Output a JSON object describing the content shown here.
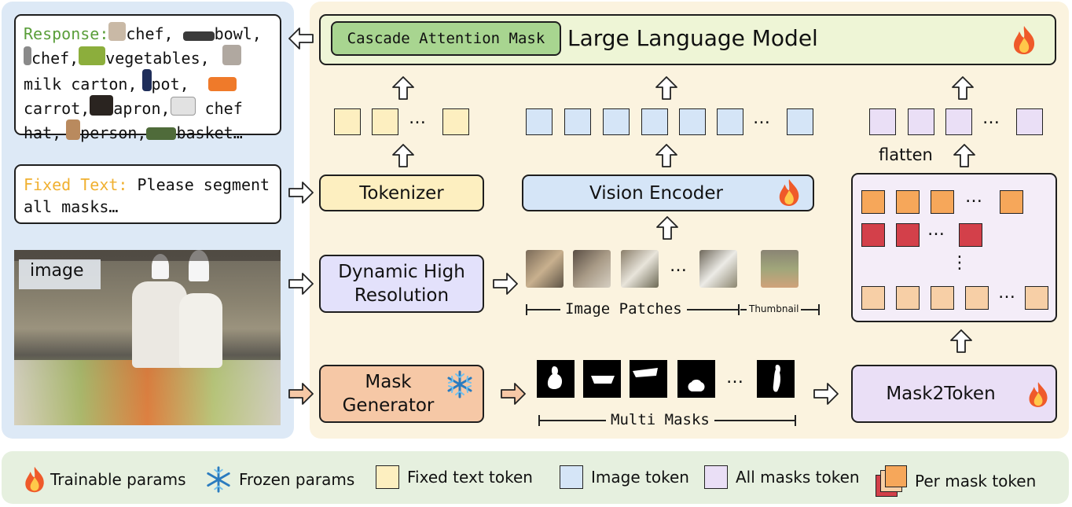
{
  "response": {
    "label": "Response:",
    "items": [
      "chef,",
      "bowl,",
      "chef,",
      "vegetables,",
      "milk carton,",
      "pot,",
      "carrot,",
      "apron,",
      "chef",
      "hat,",
      "person,",
      "basket…"
    ]
  },
  "fixed_text": {
    "label": "Fixed Text:",
    "text_line1": "Please segment",
    "text_line2": "all masks…"
  },
  "image_label": "image",
  "llm": {
    "title": "Large Language Model",
    "mask_label": "Cascade Attention Mask"
  },
  "tokenizer": "Tokenizer",
  "vision_encoder": "Vision Encoder",
  "dynamic_hr": {
    "line1": "Dynamic High",
    "line2": "Resolution"
  },
  "mask_generator": {
    "line1": "Mask",
    "line2": "Generator"
  },
  "mask2token": "Mask2Token",
  "flatten": "flatten",
  "image_patches": "Image Patches",
  "thumbnail": "Thumbnail",
  "multi_masks": "Multi Masks",
  "ellipsis": "…",
  "vdots": "⋮",
  "legend": {
    "trainable": "Trainable params",
    "frozen": "Frozen params",
    "fixed_text_token": "Fixed text token",
    "image_token": "Image token",
    "all_masks_token": "All masks token",
    "per_mask_token": "Per mask token"
  },
  "colors": {
    "green_label": "#5a9e3a",
    "yellow_label": "#f0b030",
    "token_yellow": "#fdefc0",
    "token_blue": "#d5e5f7",
    "token_purple": "#eadff6",
    "box_orange": "#f6c8a6",
    "llm_green": "#eef5d6"
  }
}
